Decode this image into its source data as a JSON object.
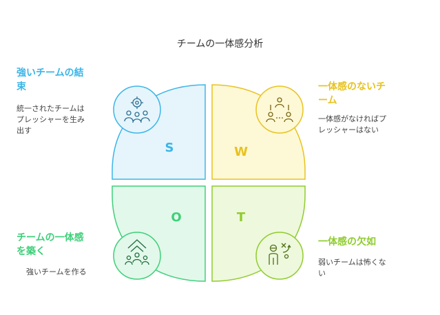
{
  "title": "チームの一体感分析",
  "quadrants": {
    "s": {
      "letter": "S",
      "heading": [
        "強いチームの結",
        "束"
      ],
      "desc": [
        "統一されたチームは",
        "プレッシャーを生み",
        "出す"
      ],
      "icon": "team-gear-icon",
      "color": "#3bb5e8",
      "fill": "#e6f4fc"
    },
    "w": {
      "letter": "W",
      "heading": [
        "一体感のないチ",
        "ーム"
      ],
      "desc": [
        "一体感がなければプ",
        "レッシャーはない"
      ],
      "icon": "disconnected-people-icon",
      "color": "#e8c21e",
      "fill": "#fdf8d6"
    },
    "o": {
      "letter": "O",
      "heading": [
        "チームの一体感",
        "を築く"
      ],
      "desc": [
        "強いチームを作る"
      ],
      "icon": "team-growth-icon",
      "color": "#3fcf7a",
      "fill": "#e2f8ea"
    },
    "t": {
      "letter": "T",
      "heading": [
        "一体感の欠如"
      ],
      "desc": [
        "弱いチームは怖くな",
        "い"
      ],
      "icon": "strategy-person-icon",
      "color": "#8fcc2e",
      "fill": "#eef8dc"
    }
  }
}
